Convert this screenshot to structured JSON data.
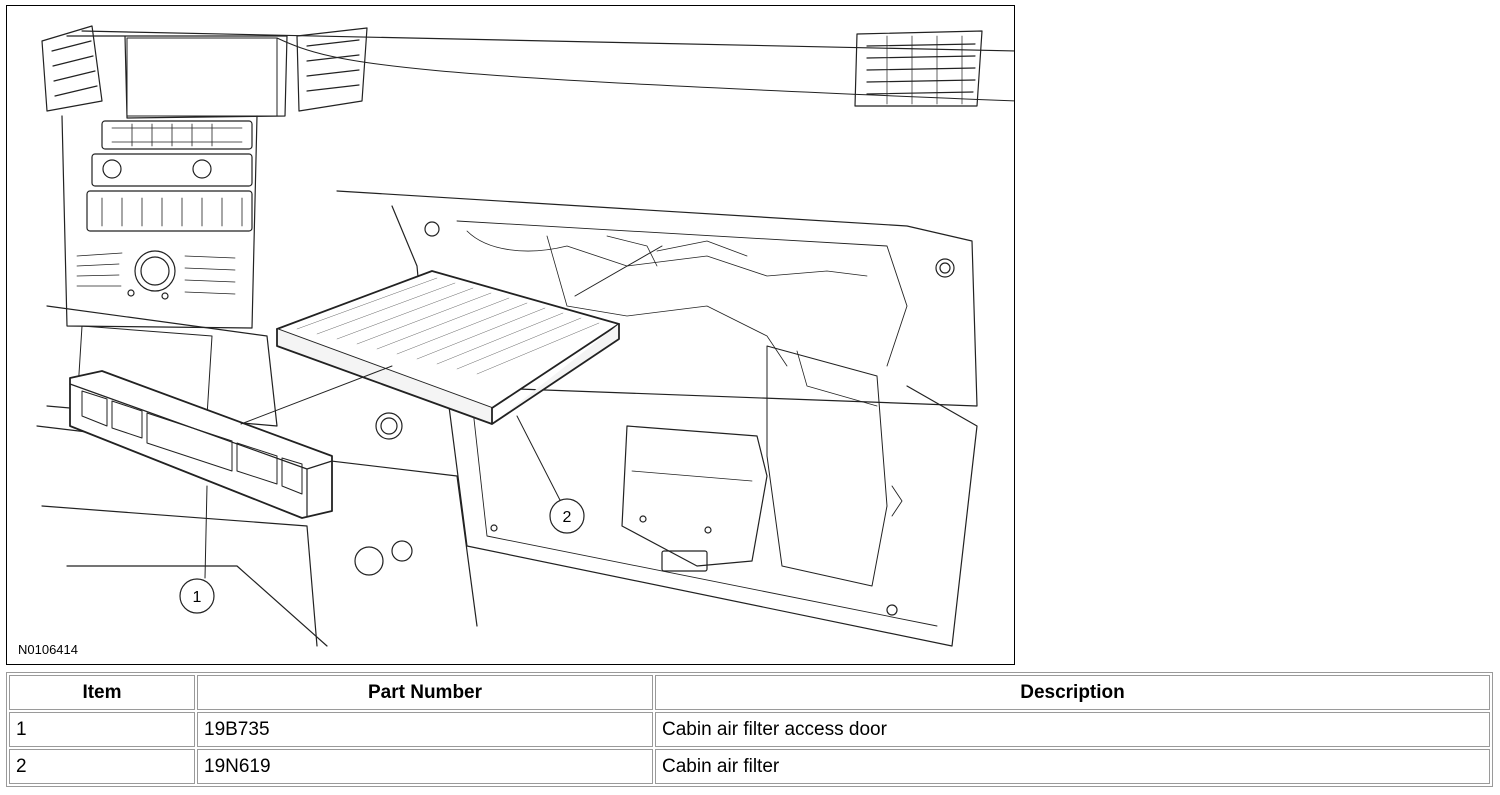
{
  "figure": {
    "id": "N0106414",
    "callouts": [
      {
        "number": "1"
      },
      {
        "number": "2"
      }
    ]
  },
  "table": {
    "headers": {
      "item": "Item",
      "part_number": "Part Number",
      "description": "Description"
    },
    "rows": [
      {
        "item": "1",
        "part_number": "19B735",
        "description": "Cabin air filter access door"
      },
      {
        "item": "2",
        "part_number": "19N619",
        "description": "Cabin air filter"
      }
    ]
  }
}
